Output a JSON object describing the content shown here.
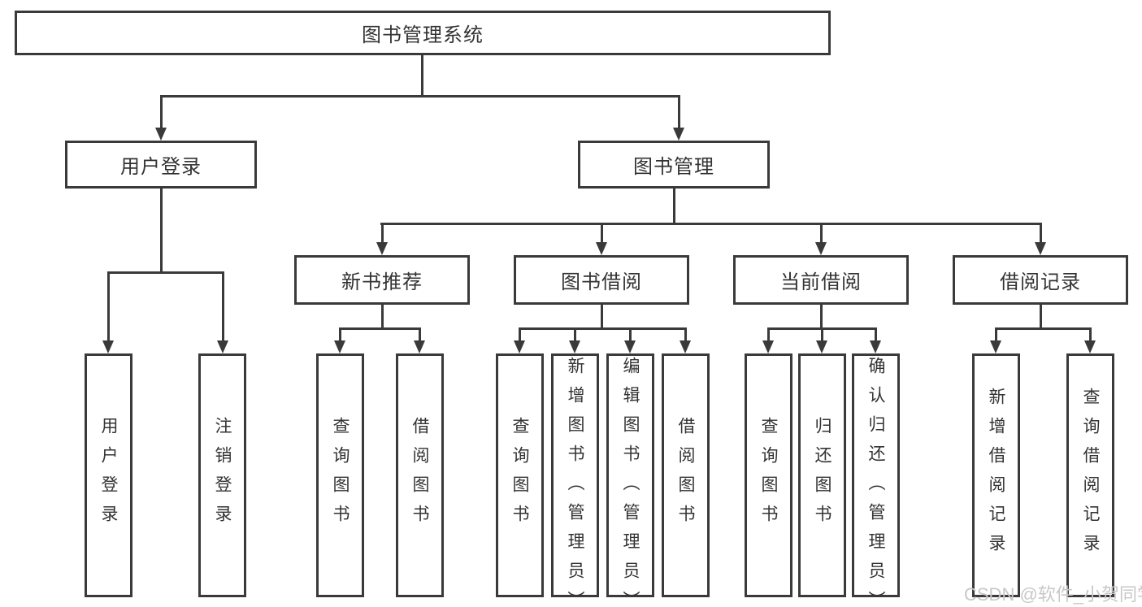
{
  "colors": {
    "line": "#3a3a3a",
    "background": "#ffffff",
    "watermark": "#c8c8c8",
    "text": "#333333"
  },
  "watermark": {
    "text": "CSDN @软件_小贺同学"
  },
  "diagram": {
    "type": "hierarchy-tree",
    "nodes": {
      "root": "图书管理系统",
      "user_login": "用户登录",
      "book_mgmt": "图书管理",
      "new_book_rec": "新书推荐",
      "book_borrow": "图书借阅",
      "current_borrow": "当前借阅",
      "borrow_record": "借阅记录",
      "leaf_user_login": "用户登录",
      "leaf_logout": "注销登录",
      "leaf_nb_query": "查询图书",
      "leaf_nb_borrow": "借阅图书",
      "leaf_bb_query": "查询图书",
      "leaf_bb_add": "新增图书（管理员）",
      "leaf_bb_edit": "编辑图书（管理员）",
      "leaf_bb_borrow": "借阅图书",
      "leaf_cb_query": "查询图书",
      "leaf_cb_return": "归还图书",
      "leaf_cb_confirm": "确认归还（管理员）",
      "leaf_br_add": "新增借阅记录",
      "leaf_br_query": "查询借阅记录"
    },
    "edges": [
      [
        "root",
        "user_login"
      ],
      [
        "root",
        "book_mgmt"
      ],
      [
        "user_login",
        "leaf_user_login"
      ],
      [
        "user_login",
        "leaf_logout"
      ],
      [
        "book_mgmt",
        "new_book_rec"
      ],
      [
        "book_mgmt",
        "book_borrow"
      ],
      [
        "book_mgmt",
        "current_borrow"
      ],
      [
        "book_mgmt",
        "borrow_record"
      ],
      [
        "new_book_rec",
        "leaf_nb_query"
      ],
      [
        "new_book_rec",
        "leaf_nb_borrow"
      ],
      [
        "book_borrow",
        "leaf_bb_query"
      ],
      [
        "book_borrow",
        "leaf_bb_add"
      ],
      [
        "book_borrow",
        "leaf_bb_edit"
      ],
      [
        "book_borrow",
        "leaf_bb_borrow"
      ],
      [
        "current_borrow",
        "leaf_cb_query"
      ],
      [
        "current_borrow",
        "leaf_cb_return"
      ],
      [
        "current_borrow",
        "leaf_cb_confirm"
      ],
      [
        "borrow_record",
        "leaf_br_add"
      ],
      [
        "borrow_record",
        "leaf_br_query"
      ]
    ]
  }
}
